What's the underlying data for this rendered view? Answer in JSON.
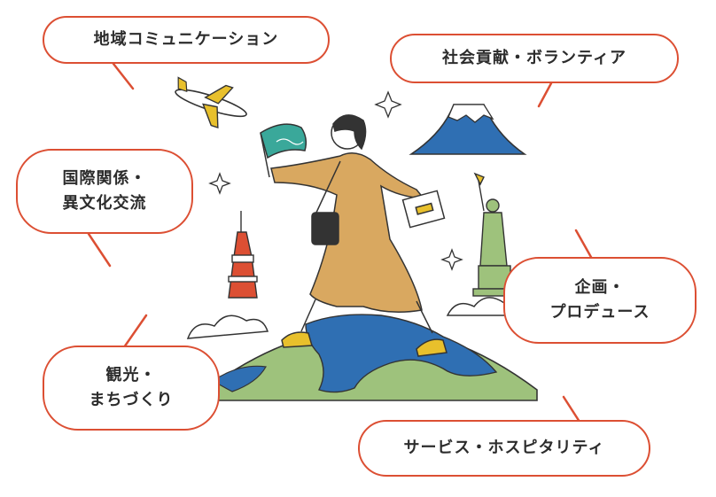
{
  "bubbles": {
    "community": [
      "地域コミュニケーション"
    ],
    "volunteer": [
      "社会貢献・ボランティア"
    ],
    "intercultural": [
      "国際関係・",
      "異文化交流"
    ],
    "planning": [
      "企画・",
      "プロデュース"
    ],
    "tourism": [
      "観光・",
      "まちづくり"
    ],
    "hospitality": [
      "サービス・ホスピタリティ"
    ]
  },
  "colors": {
    "accent": "#dc4f33",
    "text": "#2c2c2c",
    "earth_land": "#9ec27c",
    "earth_sea": "#2f6fb3",
    "coat": "#d9a860",
    "flag": "#3aa89a",
    "sparkle": "#e8c02c"
  }
}
